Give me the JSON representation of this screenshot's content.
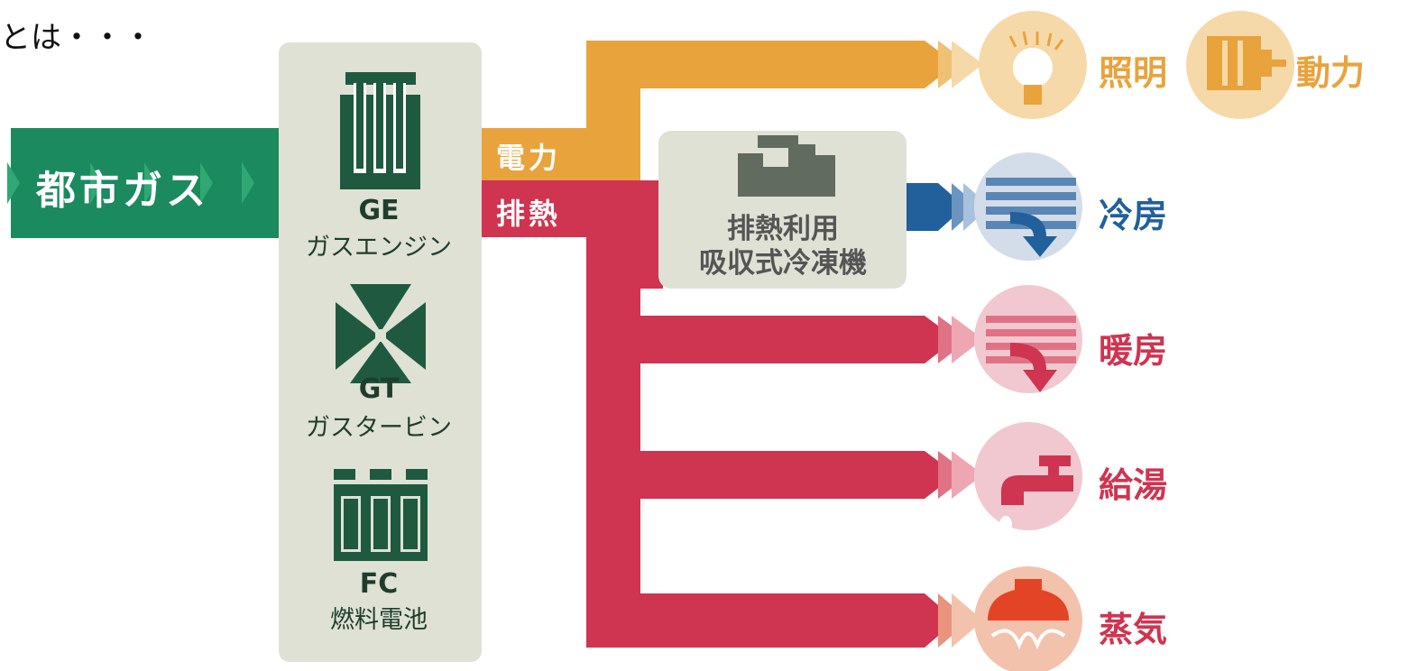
{
  "caption": "とは・・・",
  "source": {
    "label": "都市ガス"
  },
  "generators": [
    {
      "code": "GE",
      "name": "ガスエンジン",
      "icon": "gas-engine-icon"
    },
    {
      "code": "GT",
      "name": "ガスタービン",
      "icon": "gas-turbine-icon"
    },
    {
      "code": "FC",
      "name": "燃料電池",
      "icon": "fuel-cell-icon"
    }
  ],
  "branches": {
    "electric": "電力",
    "heat": "排熱"
  },
  "chiller": {
    "line1": "排熱利用",
    "line2": "吸収式冷凍機"
  },
  "outputs": {
    "lighting": "照明",
    "power": "動力",
    "cooling": "冷房",
    "heating": "暖房",
    "hot_water": "給湯",
    "steam": "蒸気"
  },
  "colors": {
    "gas_green": "#1b8a5e",
    "panel_gray": "#dfe1d5",
    "electric_orange": "#e8a33c",
    "heat_red": "#cf3450",
    "cooling_blue": "#21609b",
    "dark_green": "#1f5a40"
  }
}
